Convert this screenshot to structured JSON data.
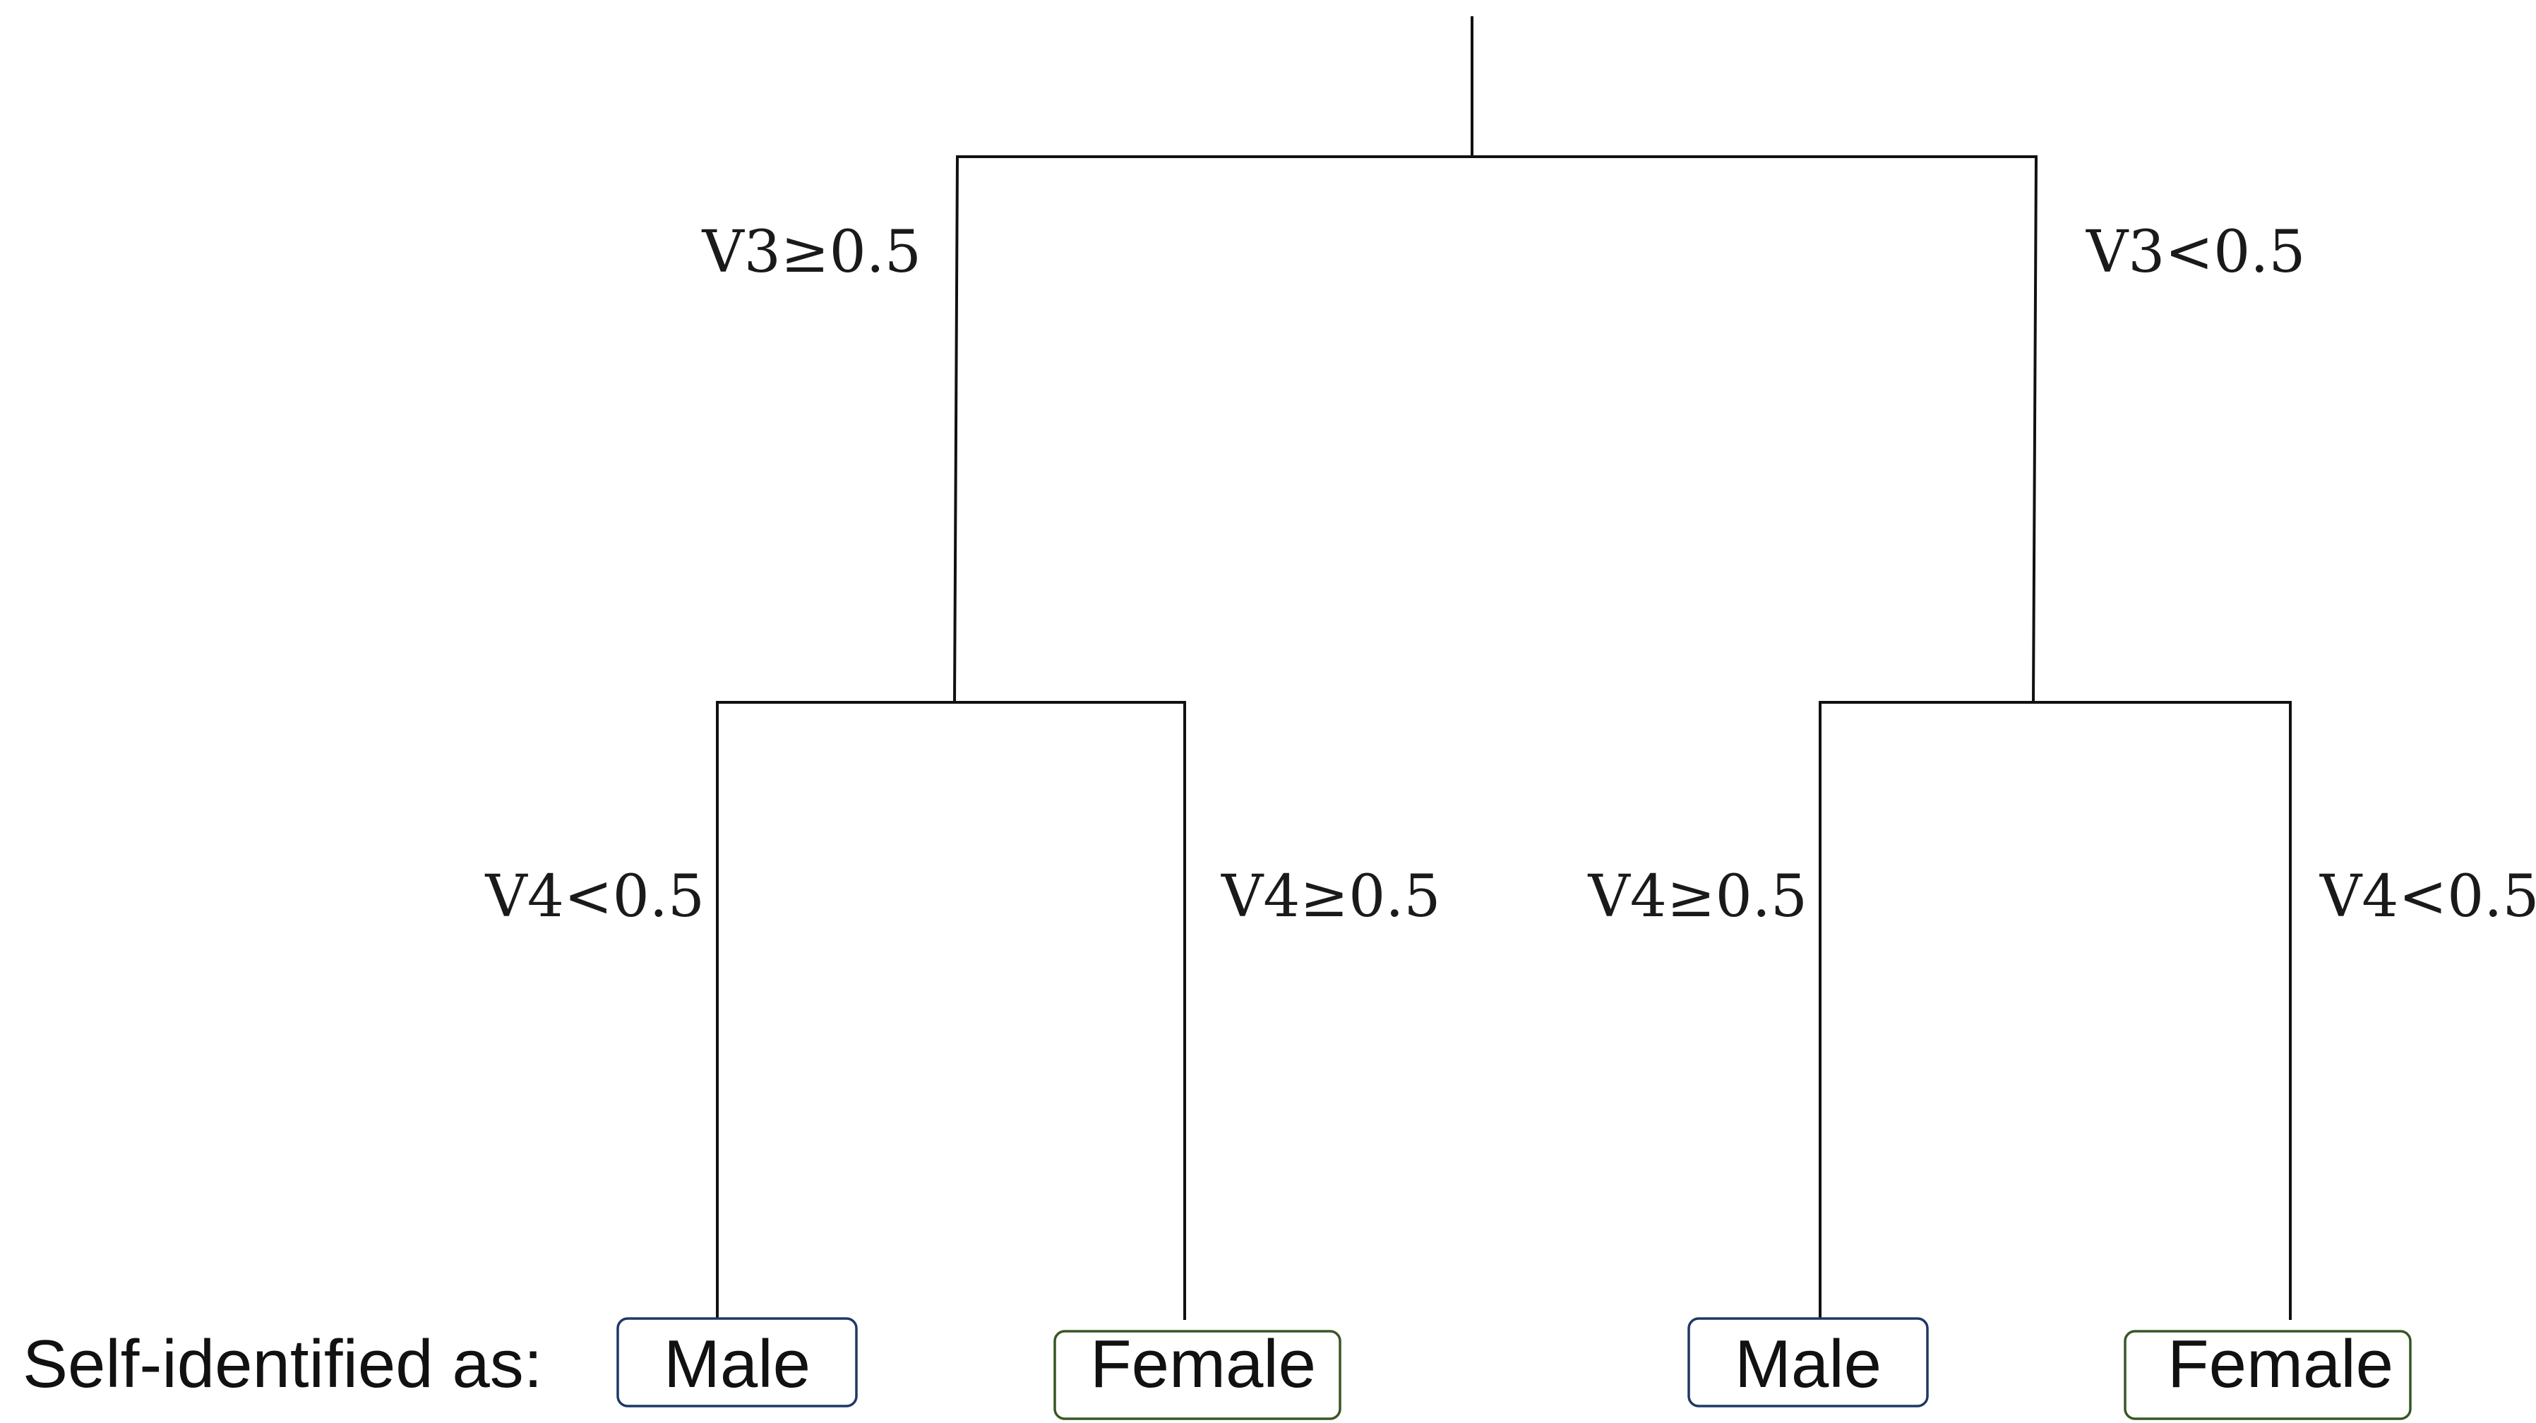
{
  "diagram": {
    "prefix": "Self-identified as:",
    "splits": {
      "root_left": "V3≥0.5",
      "root_right": "V3<0.5",
      "left_left": "V4<0.5",
      "left_right": "V4≥0.5",
      "right_left": "V4≥0.5",
      "right_right": "V4<0.5"
    },
    "leaves": [
      {
        "label": "Male",
        "color": "#1f3864"
      },
      {
        "label": "Female",
        "color": "#385723"
      },
      {
        "label": "Male",
        "color": "#1f3864"
      },
      {
        "label": "Female",
        "color": "#385723"
      }
    ]
  }
}
